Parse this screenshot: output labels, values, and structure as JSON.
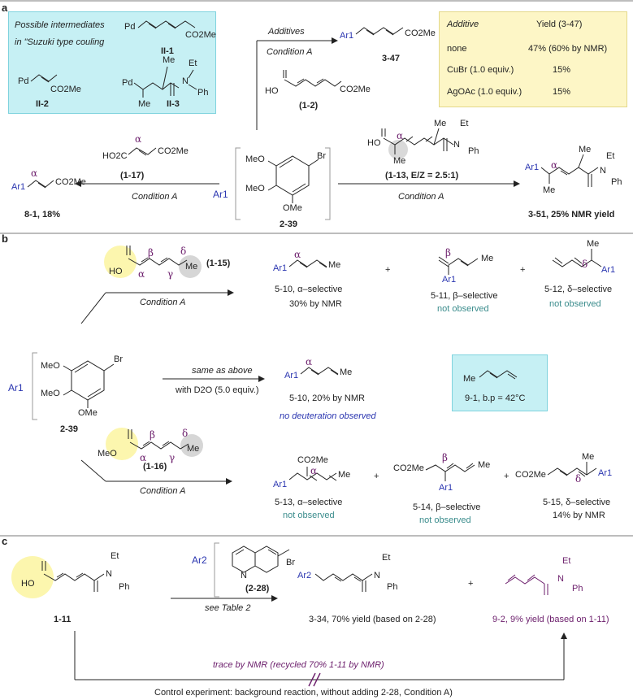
{
  "section_a": {
    "label": "a",
    "intermediates_title_1": "Possible intermediates",
    "intermediates_title_2": "in \"Suzuki type couling",
    "pd": "Pd",
    "co2me": "CO2Me",
    "me": "Me",
    "et": "Et",
    "n": "N",
    "ph": "Ph",
    "ii1": "II-1",
    "ii2": "II-2",
    "ii3": "II-3",
    "additives": "Additives",
    "condition_a": "Condition A",
    "ar1": "Ar1",
    "p347": "3-47",
    "ho": "HO",
    "c12": "(1-2)",
    "table_head_additive": "Additive",
    "table_head_yield": "Yield (3-47)",
    "table_rows": [
      {
        "additive": "none",
        "yield": "47% (60% by NMR)"
      },
      {
        "additive": "CuBr (1.0 equiv.)",
        "yield": "15%"
      },
      {
        "additive": "AgOAc (1.0 equiv.)",
        "yield": "15%"
      }
    ],
    "ho2c": "HO2C",
    "alpha": "α",
    "c117": "(1-17)",
    "p81": "8-1, 18%",
    "ome": "OMe",
    "meo": "MeO",
    "br": "Br",
    "c239": "2-39",
    "c113": "(1-13, E/Z = 2.5:1)",
    "p351": "3-51, 25% NMR yield"
  },
  "section_b": {
    "label": "b",
    "c115": "(1-15)",
    "condition_a": "Condition A",
    "plus": "+",
    "beta": "β",
    "gamma": "γ",
    "delta": "δ",
    "p510": "5-10, α–selective",
    "p510_yield": "30% by NMR",
    "p511": "5-11, β–selective",
    "p512": "5-12, δ–selective",
    "not_observed": "not observed",
    "same_as_above": "same as above",
    "with_d2o": "with D2O (5.0 equiv.)",
    "p510b": "5-10, 20% by NMR",
    "no_deut": "no deuteration observed",
    "p91": "9-1, b.p = 42°C",
    "c116": "(1-16)",
    "p513": "5-13, α–selective",
    "p514": "5-14, β–selective",
    "p515": "5-15, δ–selective",
    "p515_yield": "14% by NMR"
  },
  "section_c": {
    "label": "c",
    "ar2": "Ar2",
    "n_atom": "N",
    "c228": "(2-28)",
    "see_table": "see Table 2",
    "c111": "1-11",
    "p334": "3-34, 70% yield (based on 2-28)",
    "p92": "9-2, 9% yield (based on 1-11)",
    "trace": "trace by NMR (recycled 70% 1-11 by NMR)",
    "control": "Control experiment: background reaction, without adding 2-28, Condition A)"
  },
  "colors": {
    "cyan_box": "#c6f0f4",
    "yellow_box": "#fdf6c6",
    "highlight_yellow": "#fbf4a0",
    "highlight_grey": "#cfcfcf",
    "ar_blue": "#2a35b0",
    "greek_purple": "#6b1d6b",
    "teal_text": "#3a8c8c"
  }
}
